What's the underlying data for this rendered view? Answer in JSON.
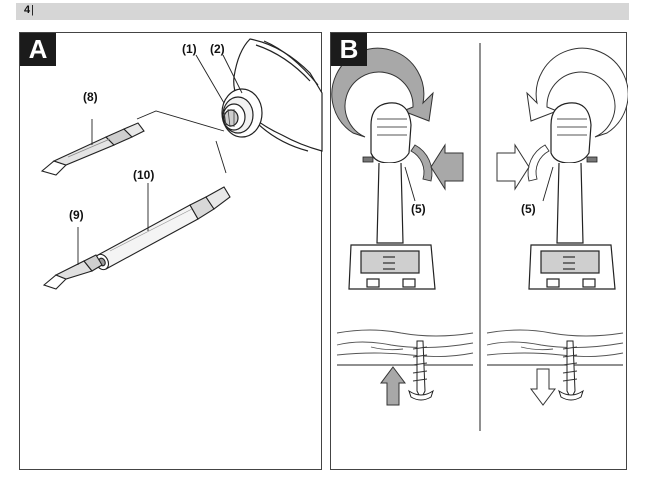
{
  "page": {
    "number": "4",
    "separator": "|"
  },
  "figure_a": {
    "label": "A",
    "callouts": {
      "c1": "(1)",
      "c2": "(2)",
      "c8": "(8)",
      "c9": "(9)",
      "c10": "(10)"
    }
  },
  "figure_b": {
    "label": "B",
    "callouts": {
      "left_5": "(5)",
      "right_5": "(5)"
    }
  }
}
